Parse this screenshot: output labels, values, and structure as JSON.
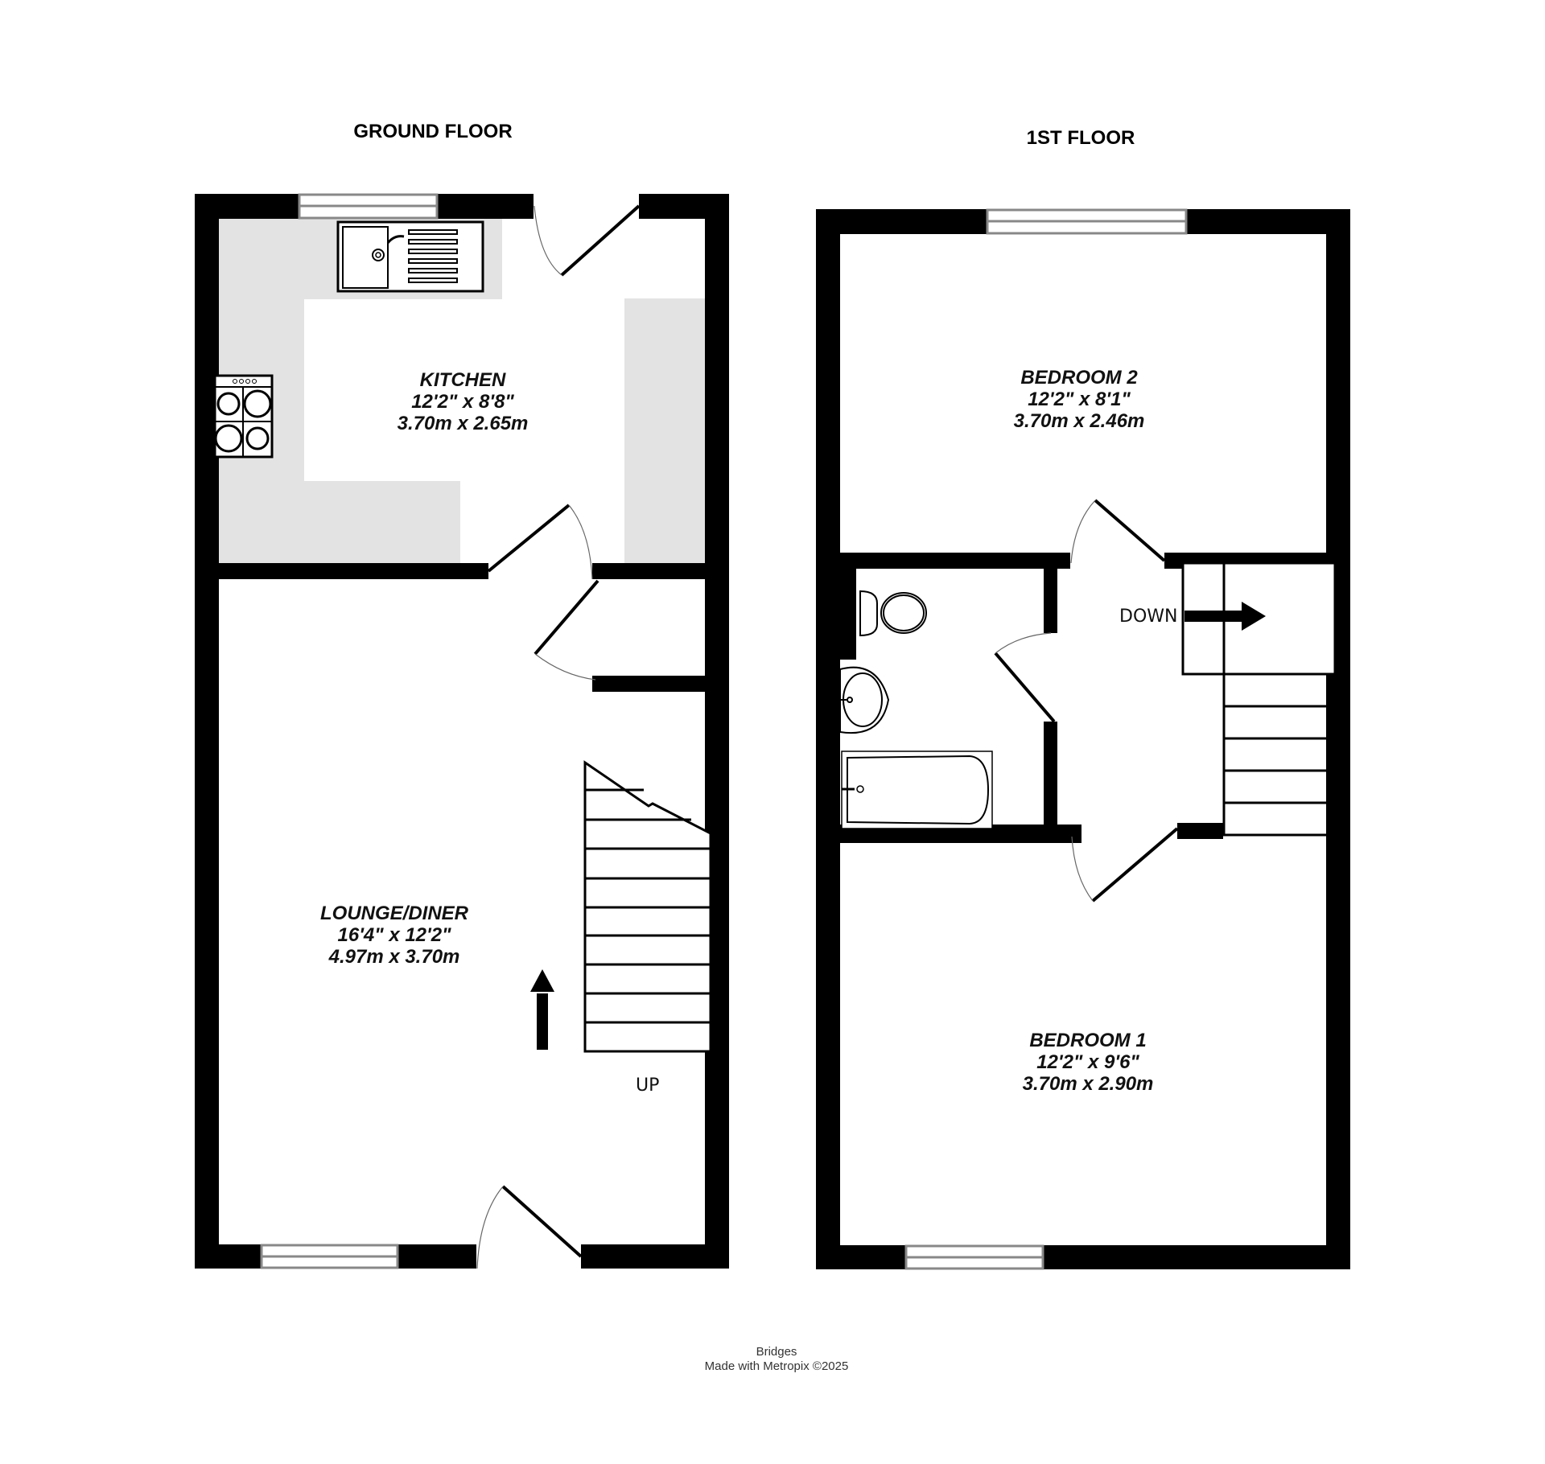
{
  "floors": [
    {
      "title": "GROUND FLOOR",
      "rooms": [
        {
          "name": "KITCHEN",
          "imperial": "12'2\"  x 8'8\"",
          "metric": "3.70m  x 2.65m"
        },
        {
          "name": "LOUNGE/DINER",
          "imperial": "16'4\"  x 12'2\"",
          "metric": "4.97m  x 3.70m"
        }
      ],
      "stairs_label": "UP"
    },
    {
      "title": "1ST FLOOR",
      "rooms": [
        {
          "name": "BEDROOM 2",
          "imperial": "12'2\"  x 8'1\"",
          "metric": "3.70m  x 2.46m"
        },
        {
          "name": "BEDROOM 1",
          "imperial": "12'2\"  x 9'6\"",
          "metric": "3.70m  x 2.90m"
        }
      ],
      "stairs_label": "DOWN"
    }
  ],
  "footer": {
    "agent": "Bridges",
    "credit": "Made with Metropix ©2025"
  },
  "colors": {
    "wall": "#000000",
    "worktop": "#e3e3e3",
    "window": "#888888",
    "background": "#ffffff"
  }
}
